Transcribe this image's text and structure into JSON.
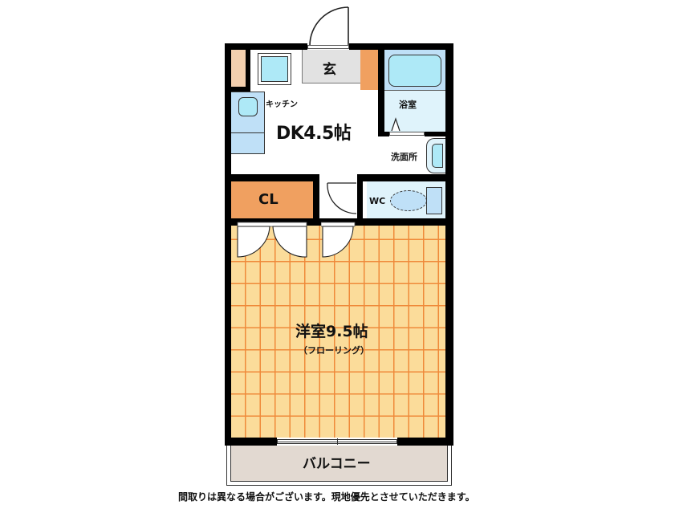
{
  "floorplan": {
    "rooms": {
      "entrance": {
        "label": "玄"
      },
      "kitchen": {
        "label": "キッチン"
      },
      "dk": {
        "label": "DK4.5帖"
      },
      "bath": {
        "label": "浴室"
      },
      "washroom": {
        "label": "洗面所"
      },
      "closet": {
        "label": "CL"
      },
      "toilet": {
        "label": "WC"
      },
      "western_room": {
        "label": "洋室9.5帖",
        "sublabel": "（フローリング）"
      },
      "balcony": {
        "label": "バルコニー"
      }
    },
    "colors": {
      "wall": "#000000",
      "floor": "#fbdc9a",
      "floor_lines": "#ef8a3a",
      "closet": "#f0a060",
      "storage_light": "#f3cfae",
      "wet_area": "#dff3fb",
      "fixture": "#aee9f7",
      "kitchen_counter": "#bfe0f7",
      "entrance": "#e2e2e2",
      "balcony": "#e2d9d1"
    }
  },
  "footer": {
    "note": "間取りは異なる場合がございます。現地優先とさせていただきます。"
  }
}
